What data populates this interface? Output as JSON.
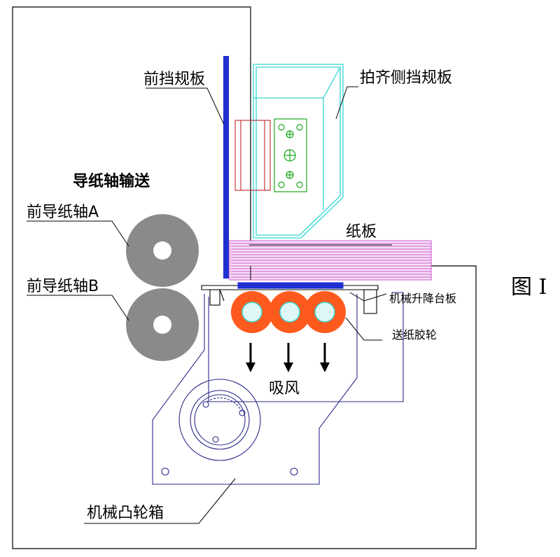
{
  "labels": {
    "front_baffle": "前挡规板",
    "side_baffle": "拍齐侧挡规板",
    "conveyor_title": "导纸轴输送",
    "roller_a": "前导纸轴A",
    "roller_b": "前导纸轴B",
    "board": "纸板",
    "figure": "图 I",
    "lift_plate": "机械升降台板",
    "feed_wheel": "送纸胶轮",
    "suction": "吸风",
    "cam_box": "机械凸轮箱"
  },
  "colors": {
    "outline": "#000000",
    "cam_box_line": "#2a2a8a",
    "front_baffle": "#1f2fd1",
    "side_baffle": "#33d6d6",
    "board": "#cc55cc",
    "feed_wheel": "#ff5a1e",
    "feed_wheel_hub": "#7ce0e0",
    "roller": "#8a8a8a",
    "plate_green": "#1aa81a",
    "bracket_red": "#c63a3a",
    "arrow": "#000000"
  }
}
